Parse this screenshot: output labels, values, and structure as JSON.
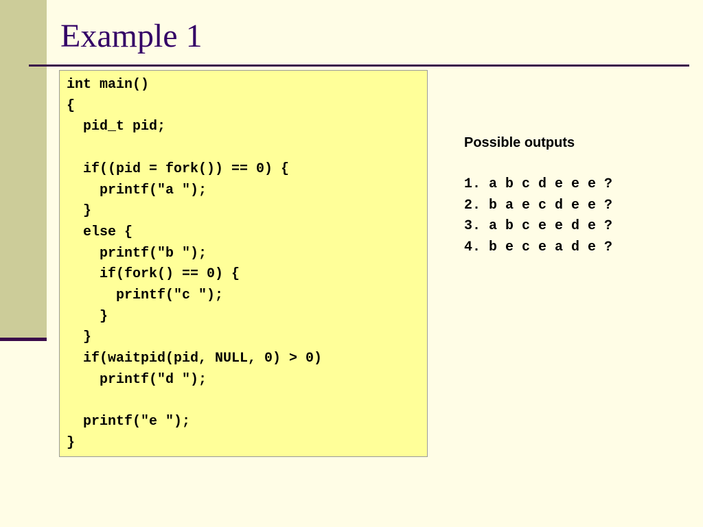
{
  "slide": {
    "title": "Example 1"
  },
  "code": {
    "text": "int main()\n{\n  pid_t pid;\n\n  if((pid = fork()) == 0) {\n    printf(\"a \");\n  }\n  else {\n    printf(\"b \");\n    if(fork() == 0) {\n      printf(\"c \");\n    }\n  }\n  if(waitpid(pid, NULL, 0) > 0)\n    printf(\"d \");\n\n  printf(\"e \");\n}"
  },
  "outputs": {
    "heading": "Possible outputs",
    "items": [
      "1. a b c d e e e ?",
      "2. b a e c d e e ?",
      "3. a b c e e d e ?",
      "4. b e c e a d e ?"
    ]
  },
  "colors": {
    "background": "#fffde6",
    "sidebar": "#cccc99",
    "accent": "#3a0a4a",
    "title": "#330066",
    "code_background": "#ffff99"
  }
}
